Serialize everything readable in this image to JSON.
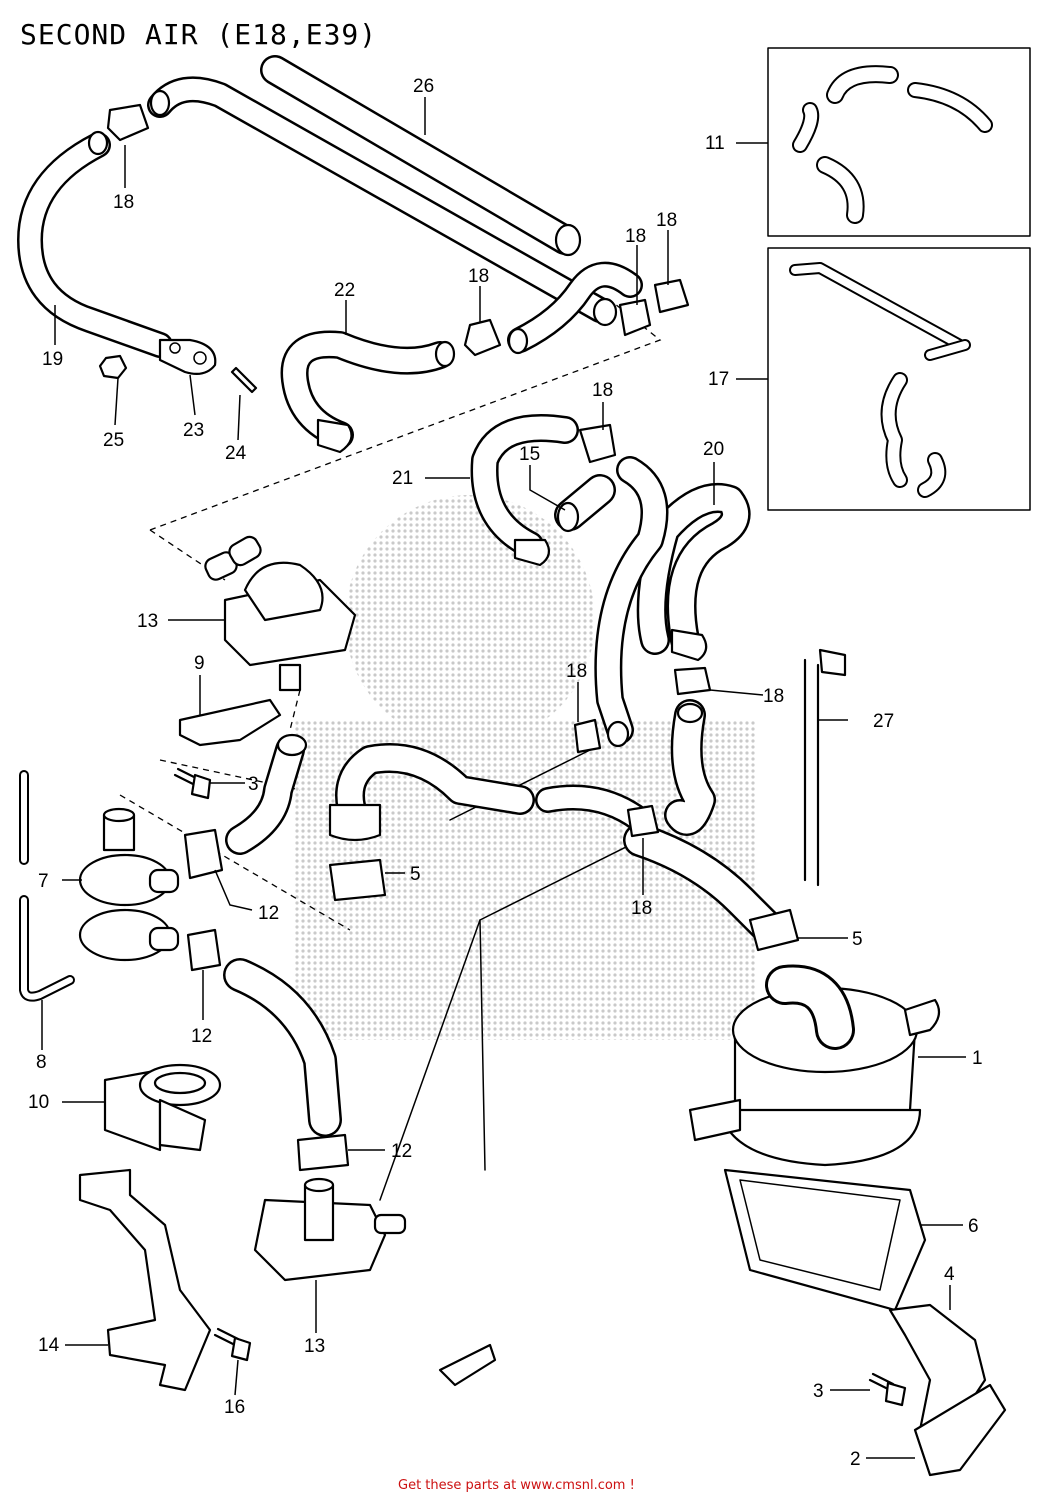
{
  "title": "SECOND AIR (E18,E39)",
  "footer": "Get these parts at www.cmsnl.com !",
  "callouts": [
    "1",
    "2",
    "3",
    "3",
    "4",
    "5",
    "5",
    "6",
    "7",
    "8",
    "9",
    "10",
    "11",
    "12",
    "12",
    "12",
    "13",
    "13",
    "14",
    "15",
    "16",
    "17",
    "18",
    "18",
    "18",
    "18",
    "18",
    "18",
    "18",
    "18",
    "19",
    "20",
    "21",
    "22",
    "23",
    "24",
    "25",
    "26",
    "27"
  ]
}
